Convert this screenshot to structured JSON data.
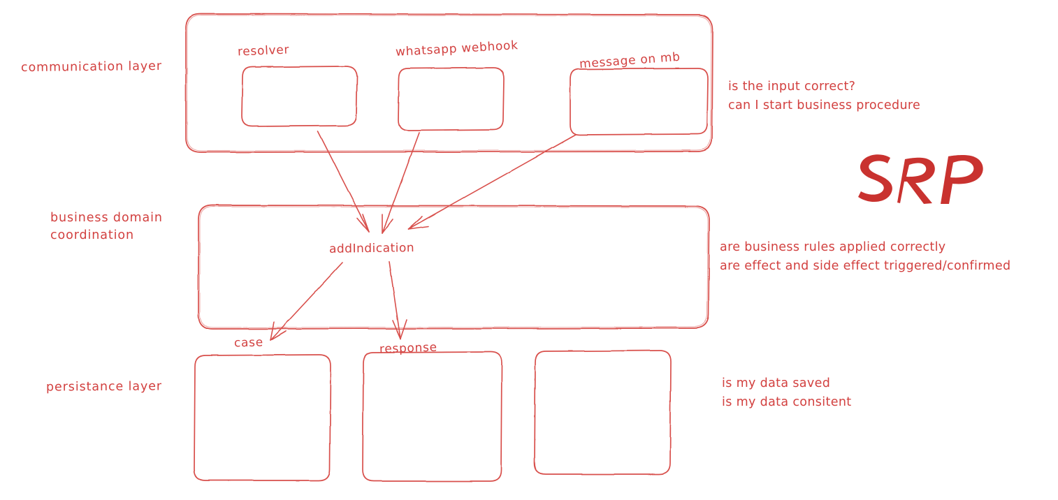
{
  "diagram": {
    "title": "layered architecture sketch",
    "accent_color": "#d2403f",
    "srp_color": "#c9322f",
    "background": "#ffffff",
    "style": "hand-drawn"
  },
  "emphasis": {
    "srp_text": "SRP"
  },
  "layers": [
    {
      "id": "communication",
      "label": "communication layer",
      "boxes": [
        {
          "id": "resolver",
          "label": "resolver"
        },
        {
          "id": "whatsapp-webhook",
          "label": "whatsapp webhook"
        },
        {
          "id": "message-on-mb",
          "label": "message on mb"
        }
      ],
      "notes": [
        "is the input correct?",
        "can I start business procedure"
      ]
    },
    {
      "id": "business-domain",
      "label_line1": "business domain",
      "label_line2": "coordination",
      "boxes": [],
      "nodes": [
        {
          "id": "add-indication",
          "label": "addIndication"
        }
      ],
      "notes": [
        "are business rules applied correctly",
        "are effect and side effect triggered/confirmed"
      ]
    },
    {
      "id": "persistance",
      "label": "persistance layer",
      "boxes": [
        {
          "id": "case",
          "label": "case"
        },
        {
          "id": "response",
          "label": "response"
        },
        {
          "id": "unlabeled-store",
          "label": ""
        }
      ],
      "notes": [
        "is my data saved",
        "is my data consitent"
      ]
    }
  ],
  "arrows": [
    {
      "id": "resolver-to-addindication",
      "from": "resolver",
      "to": "add-indication"
    },
    {
      "id": "whatsapp-to-addindication",
      "from": "whatsapp-webhook",
      "to": "add-indication"
    },
    {
      "id": "message-to-addindication",
      "from": "message-on-mb",
      "to": "add-indication"
    },
    {
      "id": "addindication-to-case",
      "from": "add-indication",
      "to": "case"
    },
    {
      "id": "addindication-to-response",
      "from": "add-indication",
      "to": "response"
    }
  ]
}
